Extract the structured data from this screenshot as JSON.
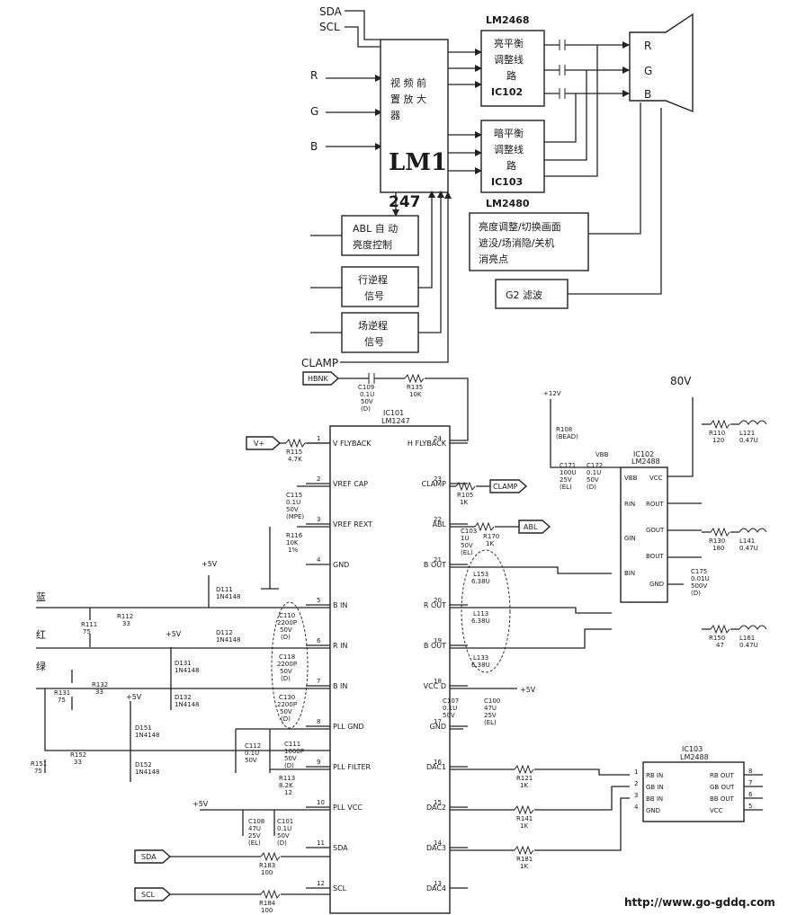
{
  "block_diagram": {
    "inputs": {
      "sda": "SDA",
      "scl": "SCL",
      "r": "R",
      "g": "G",
      "b": "B"
    },
    "preamp": {
      "lines": [
        "视 频 前",
        "置 放 大",
        "器"
      ],
      "chip": "LM1",
      "chip_suffix": "247"
    },
    "bright_balance": {
      "title": "LM2468",
      "lines": [
        "亮平衡",
        "调整线",
        "路"
      ],
      "ic": "IC102"
    },
    "dark_balance": {
      "lines": [
        "暗平衡",
        "调整线",
        "路"
      ],
      "ic": "IC103",
      "title": "LM2480"
    },
    "crt_pins": {
      "r": "R",
      "g": "G",
      "b": "B"
    },
    "abl": {
      "lines": [
        "ABL 自 动",
        "亮度控制"
      ]
    },
    "h_flyback": {
      "lines": [
        "行逆程",
        "信号"
      ]
    },
    "v_flyback": {
      "lines": [
        "场逆程",
        "信号"
      ]
    },
    "brightness_box": {
      "lines": [
        "亮度调整/切换画面",
        "遮没/场消隐/关机",
        "消亮点"
      ]
    },
    "g2_filter": "G2 滤波",
    "clamp": "CLAMP"
  },
  "schematic": {
    "ic101": {
      "ref": "IC101",
      "part": "LM1247"
    },
    "ic101_left_pins": [
      {
        "num": "1",
        "name": "V FLYBACK"
      },
      {
        "num": "2",
        "name": "VREF CAP"
      },
      {
        "num": "3",
        "name": "VREF REXT"
      },
      {
        "num": "4",
        "name": "GND"
      },
      {
        "num": "5",
        "name": "B IN"
      },
      {
        "num": "6",
        "name": "R IN"
      },
      {
        "num": "7",
        "name": "B IN"
      },
      {
        "num": "8",
        "name": "PLL GND"
      },
      {
        "num": "9",
        "name": "PLL FILTER"
      },
      {
        "num": "10",
        "name": "PLL VCC"
      },
      {
        "num": "11",
        "name": "SDA"
      },
      {
        "num": "12",
        "name": "SCL"
      }
    ],
    "ic101_right_pins": [
      {
        "num": "24",
        "name": "H FLYBACK"
      },
      {
        "num": "23",
        "name": "CLAMP"
      },
      {
        "num": "22",
        "name": "ABL"
      },
      {
        "num": "21",
        "name": "B OUT"
      },
      {
        "num": "20",
        "name": "R OUT"
      },
      {
        "num": "19",
        "name": "B OUT"
      },
      {
        "num": "18",
        "name": "VCC D"
      },
      {
        "num": "17",
        "name": "GND"
      },
      {
        "num": "16",
        "name": "DAC1"
      },
      {
        "num": "15",
        "name": "DAC2"
      },
      {
        "num": "14",
        "name": "DAC3"
      },
      {
        "num": "13",
        "name": "DAC4"
      }
    ],
    "tags": {
      "hbnk": "HBNK",
      "vplus": "V+",
      "clamp": "CLAMP",
      "abl": "ABL",
      "sda": "SDA",
      "scl": "SCL"
    },
    "side_labels": {
      "blue": "蓝",
      "red": "红",
      "green": "绿"
    },
    "voltage_80v": "80V",
    "plus12v": "+12V",
    "plus5v": "+5V",
    "ic102": {
      "ref": "IC102",
      "part": "LM2488",
      "vbb": "VBB",
      "vcc": "VCC",
      "pins_left": [
        "RIN",
        "GIN",
        "BIN"
      ],
      "pins_right": [
        "ROUT",
        "GOUT",
        "BOUT"
      ],
      "gnd": "GND",
      "vbb_label": "VBB"
    },
    "ic103": {
      "ref": "IC103",
      "part": "LM2488",
      "pins_left": [
        "RB IN",
        "GB IN",
        "BB IN",
        "GND"
      ],
      "pins_right": [
        "RB OUT",
        "GB OUT",
        "BB OUT",
        "VCC"
      ],
      "nums_left": [
        "1",
        "2",
        "3",
        "4"
      ],
      "nums_right": [
        "8",
        "7",
        "6",
        "5"
      ]
    },
    "components": {
      "c109": "C109",
      "c109v": "0.1U",
      "c109r": "50V",
      "c109d": "(D)",
      "r135": "R135",
      "r135v": "10K",
      "r115": "R115",
      "r115v": "4.7K",
      "c115": "C115",
      "c115v": "0.1U",
      "c115r": "50V",
      "c115d": "(MPE)",
      "r116": "R116",
      "r116v": "10K",
      "r116p": "1%",
      "r105": "R105",
      "r105v": "1K",
      "c103": "C103",
      "c103v": "1U",
      "c103r": "50V",
      "c103d": "(EL)",
      "r170": "R170",
      "r170v": "1K",
      "l153": "L153",
      "l153v": "6.38U",
      "l113": "L113",
      "l113v": "6.38U",
      "l133": "L133",
      "l133v": "6.38U",
      "d111": "D111",
      "d111v": "1N4148",
      "d112": "D112",
      "d112v": "1N4148",
      "d131": "D131",
      "d131v": "1N4148",
      "d132": "D132",
      "d132v": "1N4148",
      "d151": "D151",
      "d151v": "1N4148",
      "d152": "D152",
      "d152v": "1N4148",
      "c110": "C110",
      "c110v": "2200P",
      "c110r": "50V",
      "c110d": "(D)",
      "c118": "C118",
      "c118v": "2200P",
      "c118r": "50V",
      "c118d": "(D)",
      "c130": "C130",
      "c130v": "2200P",
      "c130r": "50V",
      "c130d": "(D)",
      "r111": "R111",
      "r111v": "75",
      "r112": "R112",
      "r112v": "33",
      "r131": "R131",
      "r131v": "75",
      "r132": "R132",
      "r132v": "33",
      "r151": "R151",
      "r151v": "75",
      "r152": "R152",
      "r152v": "33",
      "c112": "C112",
      "c112v": "0.1U",
      "c112r": "50V",
      "c111": "C111",
      "c111v": "1000P",
      "c111r": "50V",
      "c111d": "(D)",
      "r113": "R113",
      "r113v": "8.2K",
      "r113b": "12",
      "c108": "C108",
      "c108v": "47U",
      "c108r": "25V",
      "c108d": "(EL)",
      "c101": "C101",
      "c101v": "0.1U",
      "c101r": "50V",
      "c101d": "(D)",
      "r183": "R183",
      "r183v": "100",
      "r184": "R184",
      "r184v": "100",
      "c107": "C107",
      "c107v": "0.1U",
      "c107r": "50V",
      "c100": "C100",
      "c100v": "47U",
      "c100r": "25V",
      "c100d": "(EL)",
      "r121": "R121",
      "r121v": "1K",
      "r141": "R141",
      "r141v": "1K",
      "r181": "R181",
      "r181v": "1K",
      "r108": "R108",
      "r108v": "(BEAD)",
      "c171": "C171",
      "c171v": "100U",
      "c171r": "25V",
      "c171d": "(EL)",
      "c172": "C172",
      "c172v": "0.1U",
      "c172r": "50V",
      "c172d": "(D)",
      "c175": "C175",
      "c175v": "0.01U",
      "c175r": "500V",
      "c175d": "(D)",
      "r110": "R110",
      "r110v": "120",
      "l121": "L121",
      "l121v": "0.47U",
      "r130": "R130",
      "r130v": "180",
      "l141": "L141",
      "l141v": "0.47U",
      "r150": "R150",
      "r150v": "47",
      "l161": "L161",
      "l161v": "0.47U"
    }
  },
  "footer_url": "http://www.go-gddq.com"
}
